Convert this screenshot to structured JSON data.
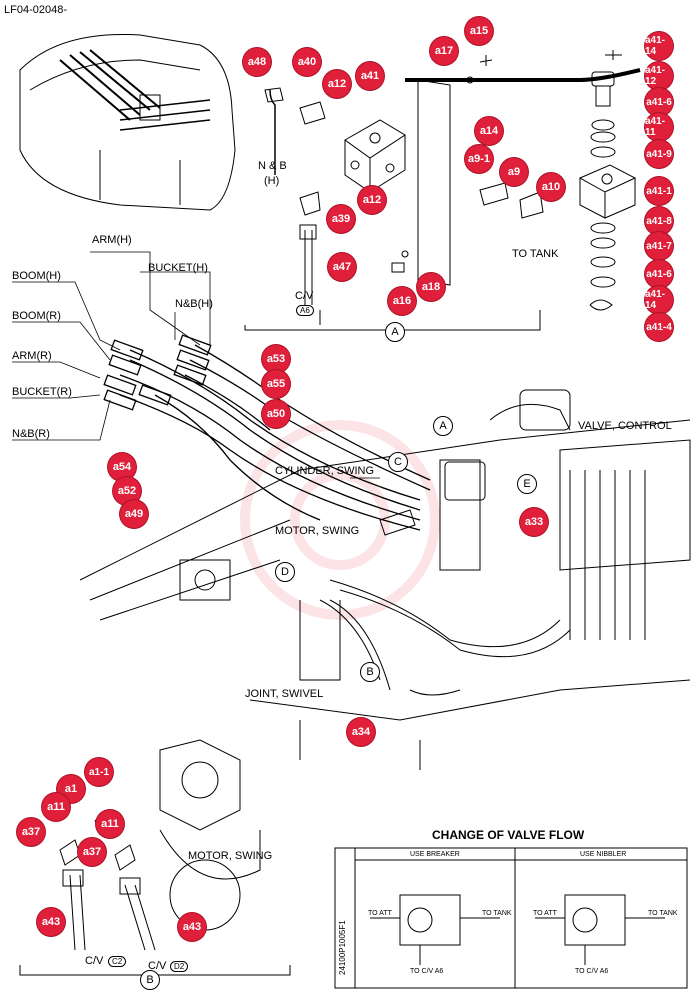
{
  "code": "LF04-02048-",
  "labels": {
    "nb_h": "N & B",
    "nb_h2": "(H)",
    "cv_a6": "C/V",
    "a6": "A6",
    "to_tank": "TO TANK",
    "arm_h": "ARM(H)",
    "bucket_h": "BUCKET(H)",
    "boom_h": "BOOM(H)",
    "nb_h3": "N&B(H)",
    "boom_r": "BOOM(R)",
    "arm_r": "ARM(R)",
    "bucket_r": "BUCKET(R)",
    "nb_r": "N&B(R)",
    "cyl_swing": "CYLINDER, SWING",
    "motor_swing": "MOTOR, SWING",
    "valve_control": "VALVE, CONTROL",
    "joint_swivel": "JOINT, SWIVEL",
    "motor_swing2": "MOTOR, SWING",
    "cv_c2": "C/V",
    "c2": "C2",
    "cv_d2": "C/V",
    "d2": "D2",
    "change_title": "CHANGE OF VALVE FLOW",
    "use_breaker": "USE BREAKER",
    "use_nibbler": "USE NIBBLER",
    "to_att": "TO ATT",
    "to_tank_s": "TO TANK",
    "to_cv_a6": "TO C/V A6",
    "part_no": "24100P1005F1",
    "sec_a": "A",
    "sec_b": "B",
    "sec_c": "C",
    "sec_d": "D",
    "sec_e": "E"
  },
  "badges": {
    "a48": "a48",
    "a40": "a40",
    "a12a": "a12",
    "a41": "a41",
    "a17": "a17",
    "a15": "a15",
    "a14": "a14",
    "a9_1": "a9-1",
    "a9": "a9",
    "a10": "a10",
    "a12b": "a12",
    "a39": "a39",
    "a47": "a47",
    "a16": "a16",
    "a18": "a18",
    "a41_14a": "a41-14",
    "a41_12": "a41-12",
    "a41_6a": "a41-6",
    "a41_11": "a41-11",
    "a41_9": "a41-9",
    "a41_1": "a41-1",
    "a41_8": "a41-8",
    "a41_7": "a41-7",
    "a41_6b": "a41-6",
    "a41_14b": "a41-14",
    "a41_4": "a41-4",
    "a53": "a53",
    "a55": "a55",
    "a50": "a50",
    "a54": "a54",
    "a52": "a52",
    "a49": "a49",
    "a33": "a33",
    "a34": "a34",
    "a1_1": "a1-1",
    "a1": "a1",
    "a11a": "a11",
    "a37a": "a37",
    "a37b": "a37",
    "a11b": "a11",
    "a43a": "a43",
    "a43b": "a43"
  },
  "colors": {
    "badge": "#e0203a"
  }
}
